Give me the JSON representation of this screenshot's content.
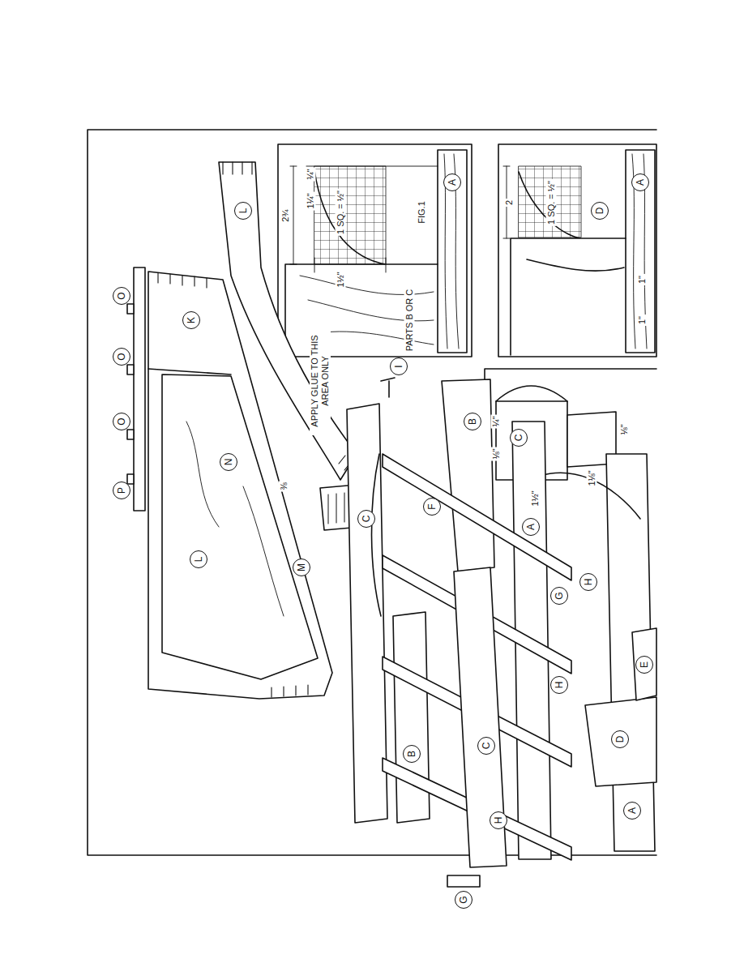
{
  "diagram": {
    "nodes": [
      {
        "text": [
          "P"
        ]
      },
      {
        "text": [
          "O"
        ]
      },
      {
        "text": [
          "O"
        ]
      },
      {
        "text": [
          "O"
        ]
      },
      {
        "text": [
          "K"
        ]
      },
      {
        "text": [
          "L"
        ]
      },
      {
        "text": [
          "N"
        ]
      },
      {
        "text": [
          "L"
        ]
      },
      {
        "text": [
          "M"
        ]
      },
      {
        "text": [
          "I"
        ]
      },
      {
        "text": [
          "B"
        ]
      },
      {
        "text": [
          "C"
        ]
      },
      {
        "text": [
          "F"
        ]
      },
      {
        "text": [
          "G"
        ]
      },
      {
        "text": [
          "H"
        ]
      },
      {
        "text": [
          "A"
        ]
      },
      {
        "text": [
          "H"
        ]
      },
      {
        "text": [
          "H"
        ]
      },
      {
        "text": [
          "G"
        ]
      },
      {
        "text": [
          "C"
        ]
      },
      {
        "text": [
          "B"
        ]
      },
      {
        "text": [
          "E"
        ]
      },
      {
        "text": [
          "D"
        ]
      },
      {
        "text": [
          "A"
        ]
      },
      {
        "text": [
          "A"
        ]
      },
      {
        "text": [
          "A"
        ]
      },
      {
        "text": [
          "D"
        ]
      },
      {
        "text": [
          "C"
        ]
      }
    ],
    "labels": [
      "APPLY GLUE TO THIS AREA ONLY",
      "⅜",
      "2¾",
      "1 SQ. = ½\"",
      "¼\"",
      "1¼\"",
      "1½\"",
      "PARTS B OR C",
      "FIG.1",
      "2",
      "1 SQ. = ½\"",
      "1\"",
      "1\"",
      "¼\"",
      "⅛\"",
      "1⅛\"",
      "1½\"",
      "⅛\""
    ]
  }
}
